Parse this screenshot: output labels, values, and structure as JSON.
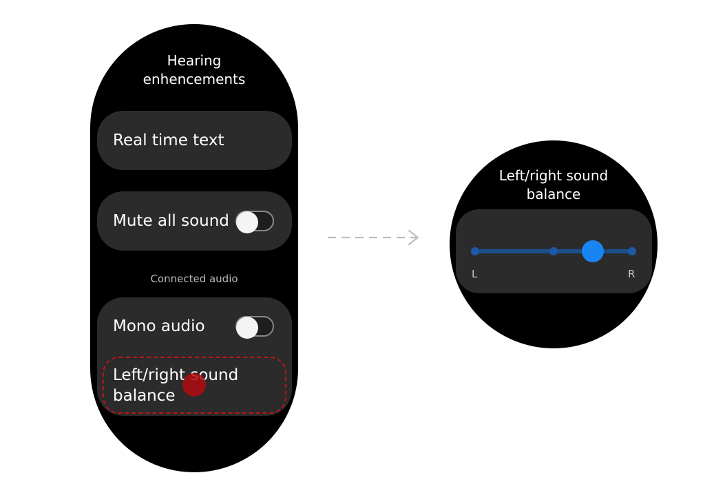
{
  "colors": {
    "watch_bg": "#000000",
    "card_bg": "#2b2b2b",
    "accent_blue": "#1985f5",
    "highlight_red": "#c0141a",
    "arrow_gray": "#bdbdbd"
  },
  "left_watch": {
    "title": "Hearing\nenhencements",
    "items": {
      "real_time_text": "Real time text",
      "mute_all_sound": {
        "label": "Mute all sound",
        "toggle_on": false
      }
    },
    "section_header": "Connected audio",
    "connected_audio": {
      "mono_audio": {
        "label": "Mono audio",
        "toggle_on": false
      },
      "balance": "Left/right sound balance"
    }
  },
  "right_watch": {
    "title": "Left/right sound\nbalance",
    "slider": {
      "left_label": "L",
      "right_label": "R",
      "value": 0.75
    }
  },
  "icons": {
    "arrow": "dashed-right-arrow-icon",
    "tap": "tap-indicator-icon"
  }
}
